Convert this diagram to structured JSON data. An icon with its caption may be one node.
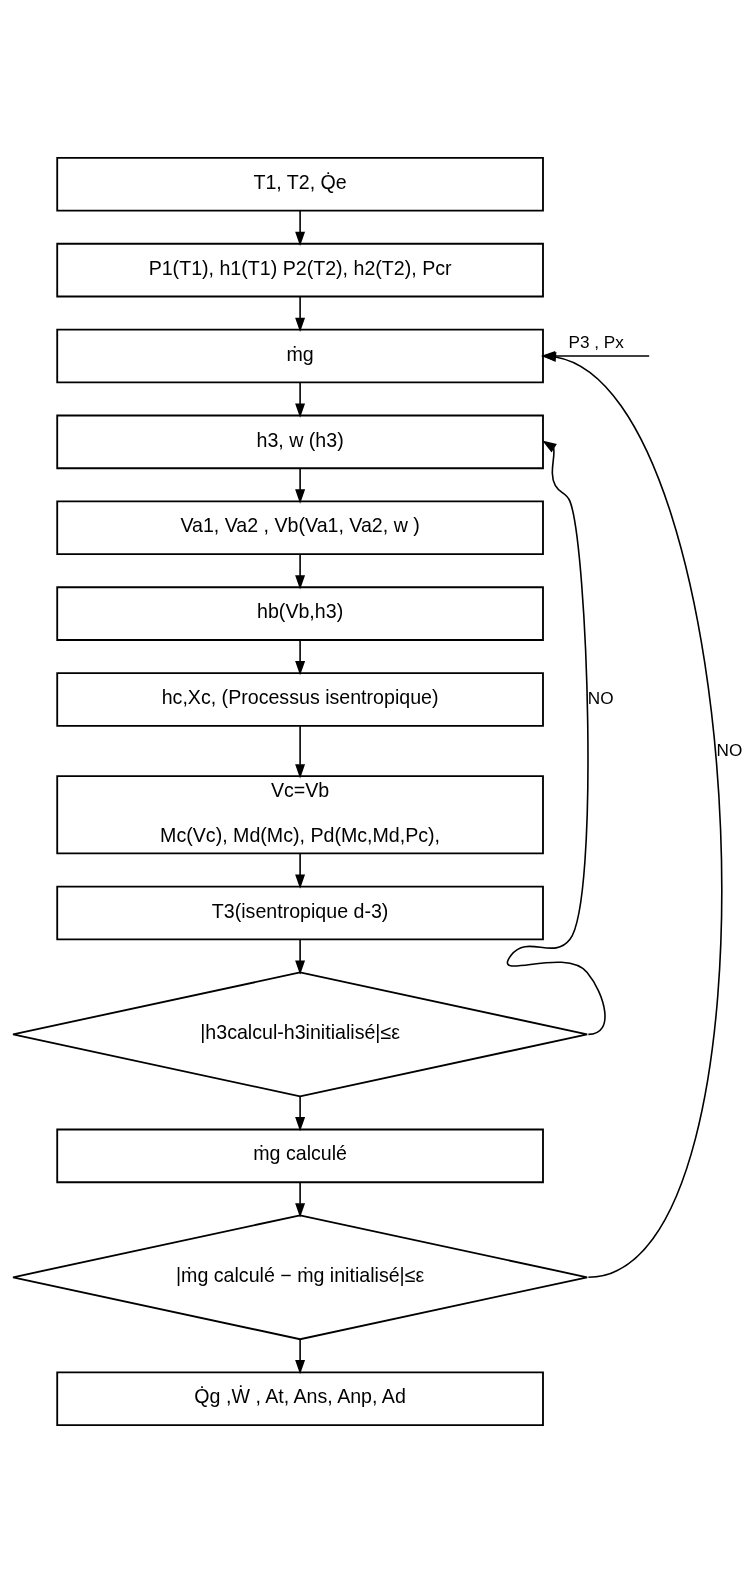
{
  "diagram": {
    "nodes": [
      {
        "text": [
          "T1, T2, Q̇e"
        ]
      },
      {
        "text": [
          "P1(T1), h1(T1) P2(T2), h2(T2), Pcr"
        ]
      },
      {
        "text": [
          "ṁg"
        ]
      },
      {
        "text": [
          "h3, w (h3)"
        ]
      },
      {
        "text": [
          "Va1, Va2 , Vb(Va1, Va2, w )"
        ]
      },
      {
        "text": [
          "hb(Vb,h3)"
        ]
      },
      {
        "text": [
          "hc,Xc, (Processus isentropique)"
        ]
      },
      {
        "text": [
          "Vc=Vb",
          "Mc(Vc), Md(Mc), Pd(Mc,Md,Pc),"
        ]
      },
      {
        "text": [
          "T3(isentropique d-3)"
        ]
      },
      {
        "text": [
          "|h3calcul-h3initialisé|≤ε"
        ]
      },
      {
        "text": [
          "ṁg calculé"
        ]
      },
      {
        "text": [
          "|ṁg calculé − ṁg initialisé|≤ε"
        ]
      },
      {
        "text": [
          "Q̇g ,Ẇ , At, Ans, Anp, Ad"
        ]
      }
    ],
    "edges": [
      {
        "from": 0,
        "to": 1,
        "arrow": "to"
      },
      {
        "from": 1,
        "to": 2,
        "arrow": "to"
      },
      {
        "from": null,
        "to": 2,
        "arrow": "to",
        "label": "P3 , Px"
      },
      {
        "from": 2,
        "to": 3,
        "arrow": "to"
      },
      {
        "from": 3,
        "to": 4,
        "arrow": "to"
      },
      {
        "from": 4,
        "to": 5,
        "arrow": "to"
      },
      {
        "from": 5,
        "to": 6,
        "arrow": "to"
      },
      {
        "from": 6,
        "to": 7,
        "arrow": "to"
      },
      {
        "from": 7,
        "to": 8,
        "arrow": "to"
      },
      {
        "from": 8,
        "to": 9,
        "arrow": "to"
      },
      {
        "from": 9,
        "to": 3,
        "arrow": "to",
        "label": "NO"
      },
      {
        "from": 9,
        "to": 10,
        "arrow": "to"
      },
      {
        "from": 10,
        "to": 11,
        "arrow": "to"
      },
      {
        "from": 11,
        "to": 2,
        "arrow": "to",
        "label": "NO"
      },
      {
        "from": 11,
        "to": 12,
        "arrow": "to"
      }
    ]
  }
}
